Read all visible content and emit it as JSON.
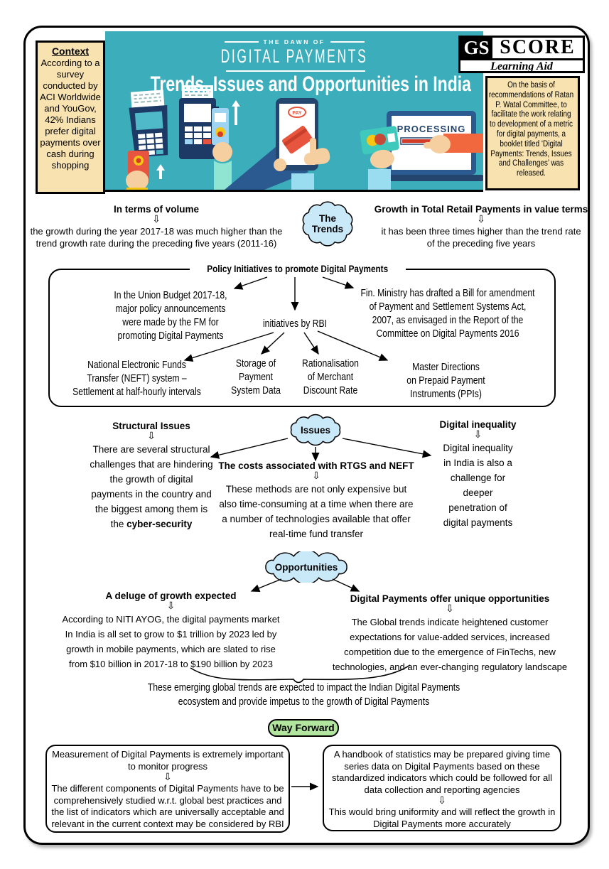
{
  "icons": {
    "down_arrow": "⇩"
  },
  "context_box": {
    "title": "Context",
    "body": "According to a survey conducted by ACI Worldwide and YouGov, 42% Indians prefer digital payments over cash during shopping"
  },
  "banner": {
    "kicker": "THE DAWN OF",
    "brand": "DIGITAL PAYMENTS",
    "title": "Trends, Issues and Opportunities in India",
    "processing_label": "PROCESSING",
    "pay_label": "PAY"
  },
  "logo": {
    "gs": "GS",
    "score": "SCORE",
    "tagline": "Learning Aid"
  },
  "watal_box": {
    "body": "On the basis of recommendations of Ratan P. Watal Committee, to facilitate the work relating to development of a metric for digital payments, a booklet titled ‘Digital Payments: Trends, Issues and Challenges’ was released."
  },
  "trends": {
    "cloud": "The Trends",
    "left": {
      "heading": "In terms of volume",
      "body": [
        "the growth during the year 2017-18 was much higher than the",
        "trend growth rate during the preceding five years (2011-16)"
      ]
    },
    "right": {
      "heading": "Growth in Total Retail Payments in value terms",
      "body": [
        "it has been three times higher than the trend rate",
        "of the preceding five years"
      ]
    }
  },
  "policy": {
    "title": "Policy Initiatives to promote Digital Payments",
    "budget": [
      "In the Union Budget 2017-18,",
      "major policy announcements",
      "were made by the FM for",
      "promoting Digital Payments"
    ],
    "rbi": "initiatives by RBI",
    "finmin": [
      "Fin. Ministry has drafted a Bill for amendment",
      "of Payment and Settlement Systems Act,",
      "2007, as envisaged in the Report of the",
      "Committee on Digital Payments 2016"
    ],
    "rbi_items": {
      "neft": [
        "National Electronic Funds",
        "Transfer (NEFT) system –",
        "Settlement at half-hourly intervals"
      ],
      "storage": [
        "Storage of",
        "Payment",
        "System Data"
      ],
      "rational": [
        "Rationalisation",
        "of Merchant",
        "Discount Rate"
      ],
      "master": [
        "Master Directions",
        "on Prepaid Payment",
        "Instruments (PPIs)"
      ]
    }
  },
  "issues": {
    "cloud": "Issues",
    "structural": {
      "heading": "Structural Issues",
      "body": [
        "There are several structural",
        "challenges that are hindering",
        "the growth of digital",
        "payments in the country and",
        "the biggest among them is",
        "the "
      ],
      "body_bold": "cyber-security"
    },
    "costs": {
      "heading": "The costs associated with RTGS and NEFT",
      "body": [
        "These methods are not only expensive but",
        "also time-consuming at a time when there are",
        "a number of technologies available that offer",
        "real-time fund transfer"
      ]
    },
    "inequality": {
      "heading": "Digital inequality",
      "body": [
        "Digital inequality",
        "in India is also a",
        "challenge for",
        "deeper",
        "penetration of",
        "digital payments"
      ]
    }
  },
  "opportunities": {
    "cloud": "Opportunities",
    "growth": {
      "heading": "A deluge of growth expected",
      "body": [
        "According to NITI AYOG, the digital payments market",
        "In India is all set to grow to $1 trillion by 2023 led by",
        "growth in mobile payments, which are slated to rise",
        "from $10 billion in 2017-18 to $190 billion by 2023"
      ]
    },
    "unique": {
      "heading": "Digital Payments offer unique opportunities",
      "body": [
        "The Global trends indicate heightened customer",
        "expectations for value-added services, increased",
        "competition due to the emergence of FinTechs, new",
        "technologies, and an ever-changing regulatory landscape"
      ]
    },
    "summary": [
      "These emerging global trends are expected to impact the Indian Digital Payments",
      "ecosystem and provide impetus to the growth of Digital Payments"
    ]
  },
  "way_forward": {
    "label": "Way Forward",
    "left_box": {
      "top": [
        "Measurement of Digital Payments is extremely important",
        "to monitor progress"
      ],
      "bottom": [
        "The different components of Digital Payments have to be",
        "comprehensively studied w.r.t. global best practices and",
        "the list of indicators which are universally acceptable and",
        "relevant in the current context may be considered by RBI"
      ]
    },
    "right_box": {
      "top": [
        "A handbook of statistics may be prepared giving time",
        "series data on Digital Payments based on these",
        "standardized indicators which could be followed for all",
        "data collection and reporting agencies"
      ],
      "bottom": [
        "This would bring uniformity and will reflect the growth in",
        "Digital Payments more accurately"
      ]
    }
  },
  "colors": {
    "banner_teal": "#3badbb",
    "tan": "#f7e2b0",
    "cloud_blue": "#c9e8f8",
    "way_forward_green": "#b2e59e",
    "navy": "#1d3a66",
    "red": "#e8553f",
    "orange": "#f2683e",
    "skin": "#f6cfa0"
  }
}
